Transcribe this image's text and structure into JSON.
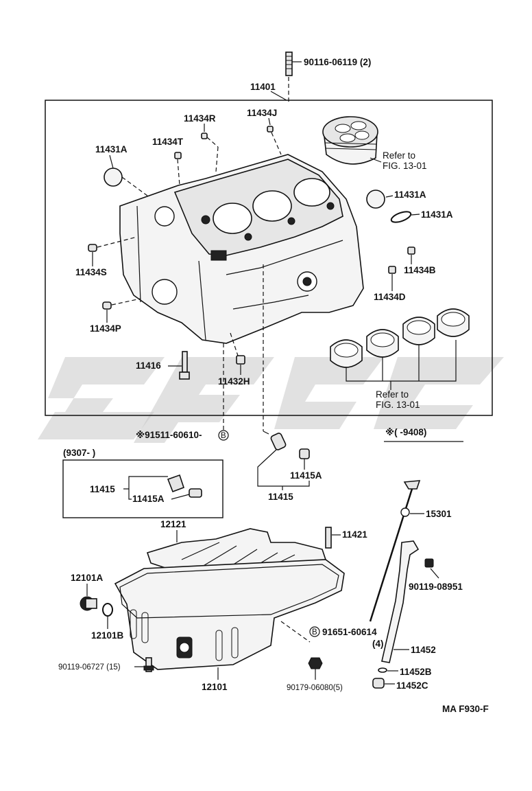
{
  "diagram": {
    "figure_code": "MA  F930-F",
    "watermark_text": "SPC",
    "assembly_label": "11401",
    "top_bolt": "90116-06119 (2)",
    "parts": {
      "p11431A_left": "11431A",
      "p11434T": "11434T",
      "p11434R": "11434R",
      "p11434J": "11434J",
      "p11434S": "11434S",
      "p11434P": "11434P",
      "p11416": "11416",
      "p11432H": "11432H",
      "p11431A_r1": "11431A",
      "p11431A_r2": "11431A",
      "p11434B": "11434B",
      "p11434D": "11434D",
      "p11415": "11415",
      "p11415A": "11415A",
      "p11415_box": "11415",
      "p11415A_box": "11415A",
      "p12121": "12121",
      "p11421": "11421",
      "p15301": "15301",
      "p90119_08951": "90119-08951",
      "p12101A": "12101A",
      "p12101B": "12101B",
      "p90119_06727": "90119-06727 (15)",
      "p12101": "12101",
      "p91651": "91651-60614",
      "p91651_qty": "(4)",
      "p90179": "90179-06080(5)",
      "p11452": "11452",
      "p11452B": "11452B",
      "p11452C": "11452C"
    },
    "refer_piston_1": "Refer to",
    "refer_piston_2": "FIG. 13-01",
    "refer_bearing_1": "Refer to",
    "refer_bearing_2": "FIG. 13-01",
    "note_bolt": "※91511-60610-",
    "note_bolt_b": "B",
    "note_date_range": "※(        -9408)",
    "box_date_range": "(9307-          )",
    "b_marker": "B"
  }
}
